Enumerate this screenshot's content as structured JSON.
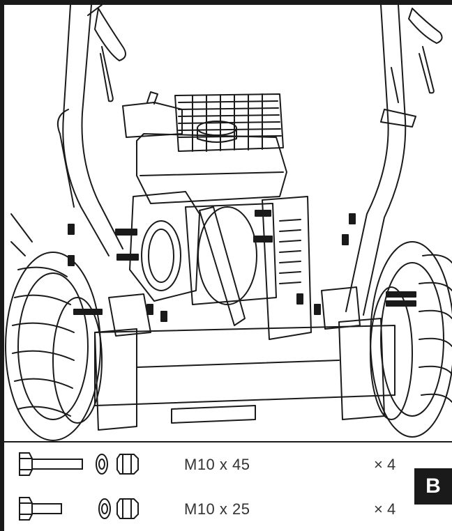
{
  "parts": [
    {
      "spec": "M10 x 45",
      "qty": "× 4"
    },
    {
      "spec": "M10 x 25",
      "qty": "× 4"
    }
  ],
  "step_label": "B",
  "icons": {
    "bolt": "bolt-icon",
    "washer": "washer-icon",
    "nut": "nut-icon"
  },
  "colors": {
    "line": "#1a1a1a",
    "text": "#333333",
    "badge": "#1a1a1a"
  }
}
